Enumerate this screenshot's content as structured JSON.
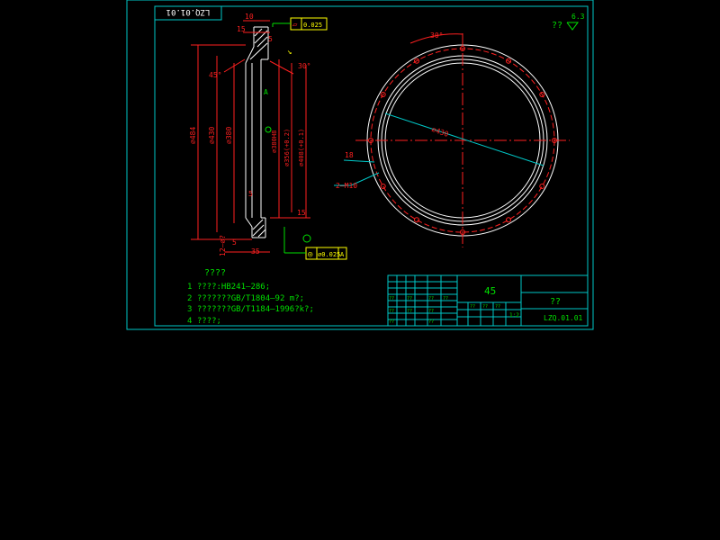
{
  "colors": {
    "background": "#000000",
    "frame": "#00c8c8",
    "outline": "#ffffff",
    "dimension": "#ff2020",
    "annotation": "#00e000",
    "center": "#ff2020",
    "tolerance": "#ffff00",
    "title_block": "#00c8c8"
  },
  "drawing_number_stamp": "LZQ.01.01",
  "roughness": {
    "prefix": "??",
    "value": "6.3"
  },
  "section_view": {
    "top_dims": [
      "10",
      "15",
      "5",
      "5"
    ],
    "angle_labels": [
      "45°",
      "30°"
    ],
    "vertical_dims": [
      "⌀484",
      "⌀430",
      "⌀380"
    ],
    "inner_dims": [
      "⌀380H8",
      "⌀356(+0.2)",
      "⌀408(+0.1)"
    ],
    "bottom_dims": [
      "12–⌀?",
      "35",
      "15",
      "5"
    ],
    "datum_letter": "A",
    "flatness": {
      "symbol": "▱",
      "value": "0.025"
    },
    "runout": {
      "symbol": "◎",
      "value": "⌀0.025",
      "datum": "A"
    }
  },
  "plan_view": {
    "angle_label": "30°",
    "circle_dim": "⌀430",
    "hole_callout": "2–M10",
    "depth": "18"
  },
  "notes": {
    "title": "????",
    "items": [
      "1  ????:HB241–286;",
      "2  ???????GB/T1804–92  m?;",
      "3  ???????GB/T1184–1996?k?;",
      "4  ????;"
    ]
  },
  "title_block": {
    "material": "45",
    "name": "??",
    "drawing_no": "LZQ.01.01",
    "scale": "1:2",
    "small_cells": [
      "??",
      "??",
      "??",
      "??",
      "??",
      "??",
      "??",
      "??",
      "??",
      "??",
      "??",
      "??"
    ]
  }
}
